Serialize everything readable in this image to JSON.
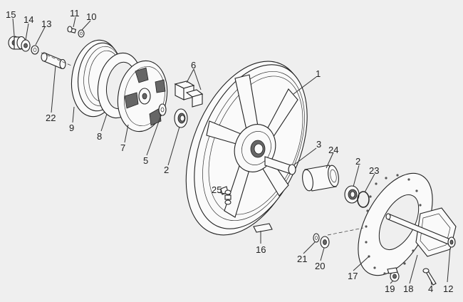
{
  "labels": {
    "l1": "1",
    "l2a": "2",
    "l2b": "2",
    "l3": "3",
    "l4": "4",
    "l5": "5",
    "l6": "6",
    "l7": "7",
    "l8": "8",
    "l9": "9",
    "l10": "10",
    "l11": "11",
    "l12": "12",
    "l13": "13",
    "l14": "14",
    "l15": "15",
    "l16": "16",
    "l17": "17",
    "l18": "18",
    "l19": "19",
    "l20": "20",
    "l21": "21",
    "l22": "22",
    "l23": "23",
    "l24": "24",
    "l25": "25"
  }
}
